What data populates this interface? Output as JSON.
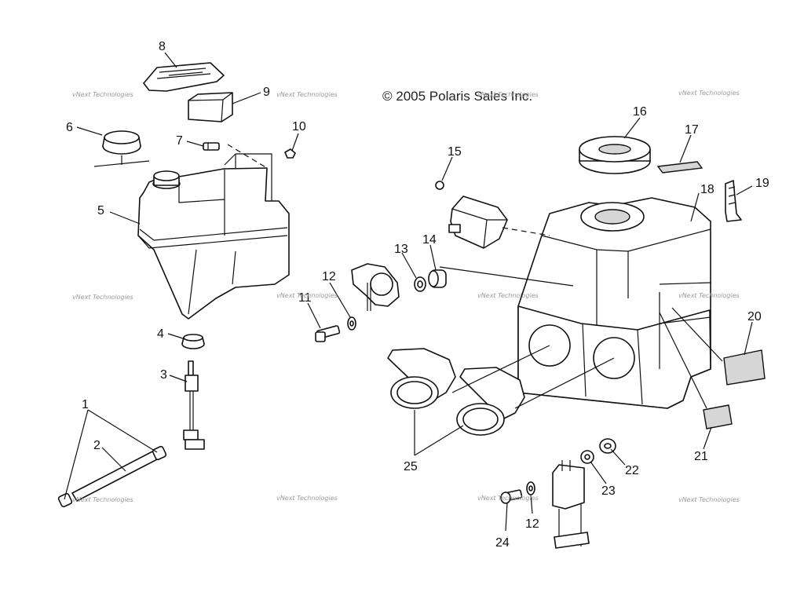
{
  "copyright": "© 2005 Polaris Sales Inc.",
  "watermark": "vNext Technologies",
  "callouts": [
    {
      "id": "c1",
      "label": "1"
    },
    {
      "id": "c2",
      "label": "2"
    },
    {
      "id": "c3",
      "label": "3"
    },
    {
      "id": "c4",
      "label": "4"
    },
    {
      "id": "c5",
      "label": "5"
    },
    {
      "id": "c6",
      "label": "6"
    },
    {
      "id": "c7",
      "label": "7"
    },
    {
      "id": "c8",
      "label": "8"
    },
    {
      "id": "c9",
      "label": "9"
    },
    {
      "id": "c10",
      "label": "10"
    },
    {
      "id": "c11",
      "label": "11"
    },
    {
      "id": "c12a",
      "label": "12"
    },
    {
      "id": "c12b",
      "label": "12"
    },
    {
      "id": "c13",
      "label": "13"
    },
    {
      "id": "c14",
      "label": "14"
    },
    {
      "id": "c15",
      "label": "15"
    },
    {
      "id": "c16",
      "label": "16"
    },
    {
      "id": "c17",
      "label": "17"
    },
    {
      "id": "c18",
      "label": "18"
    },
    {
      "id": "c19",
      "label": "19"
    },
    {
      "id": "c20",
      "label": "20"
    },
    {
      "id": "c21",
      "label": "21"
    },
    {
      "id": "c22",
      "label": "22"
    },
    {
      "id": "c23",
      "label": "23"
    },
    {
      "id": "c24",
      "label": "24"
    },
    {
      "id": "c25",
      "label": "25"
    }
  ]
}
